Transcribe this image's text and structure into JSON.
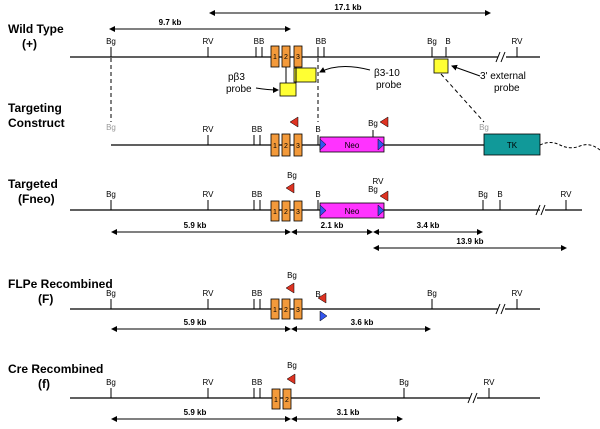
{
  "rows": [
    {
      "title": "Wild Type",
      "subtitle": "(+)"
    },
    {
      "title": "Targeting",
      "subtitle": "Construct"
    },
    {
      "title": "Targeted",
      "subtitle": "(Fneo)"
    },
    {
      "title": "FLPe Recombined",
      "subtitle": "(F)"
    },
    {
      "title": "Cre Recombined",
      "subtitle": "(f)"
    }
  ],
  "sites": {
    "bg": "Bg",
    "rv": "RV",
    "bb": "BB",
    "b": "B"
  },
  "exons": [
    "1",
    "2",
    "3"
  ],
  "cassettes": {
    "neo": "Neo",
    "tk": "TK"
  },
  "probes": {
    "pb3": "pβ3",
    "pb3_2": "probe",
    "b310": "β3-10",
    "b310_2": "probe",
    "ext": "3' external",
    "ext_2": "probe"
  },
  "distances": {
    "wt_long": "17.1 kb",
    "wt_short": "9.7 kb",
    "fneo_a": "5.9 kb",
    "fneo_b": "2.1 kb",
    "fneo_c": "3.4 kb",
    "fneo_d": "13.9 kb",
    "f_a": "5.9 kb",
    "f_b": "3.6 kb",
    "cre_a": "5.9 kb",
    "cre_b": "3.1 kb"
  },
  "colors": {
    "exon": "#f39a3b",
    "probe": "#ffff33",
    "neo": "#ff33ff",
    "tk": "#119999",
    "loxp": "#dd3322",
    "frt": "#3355ee"
  }
}
